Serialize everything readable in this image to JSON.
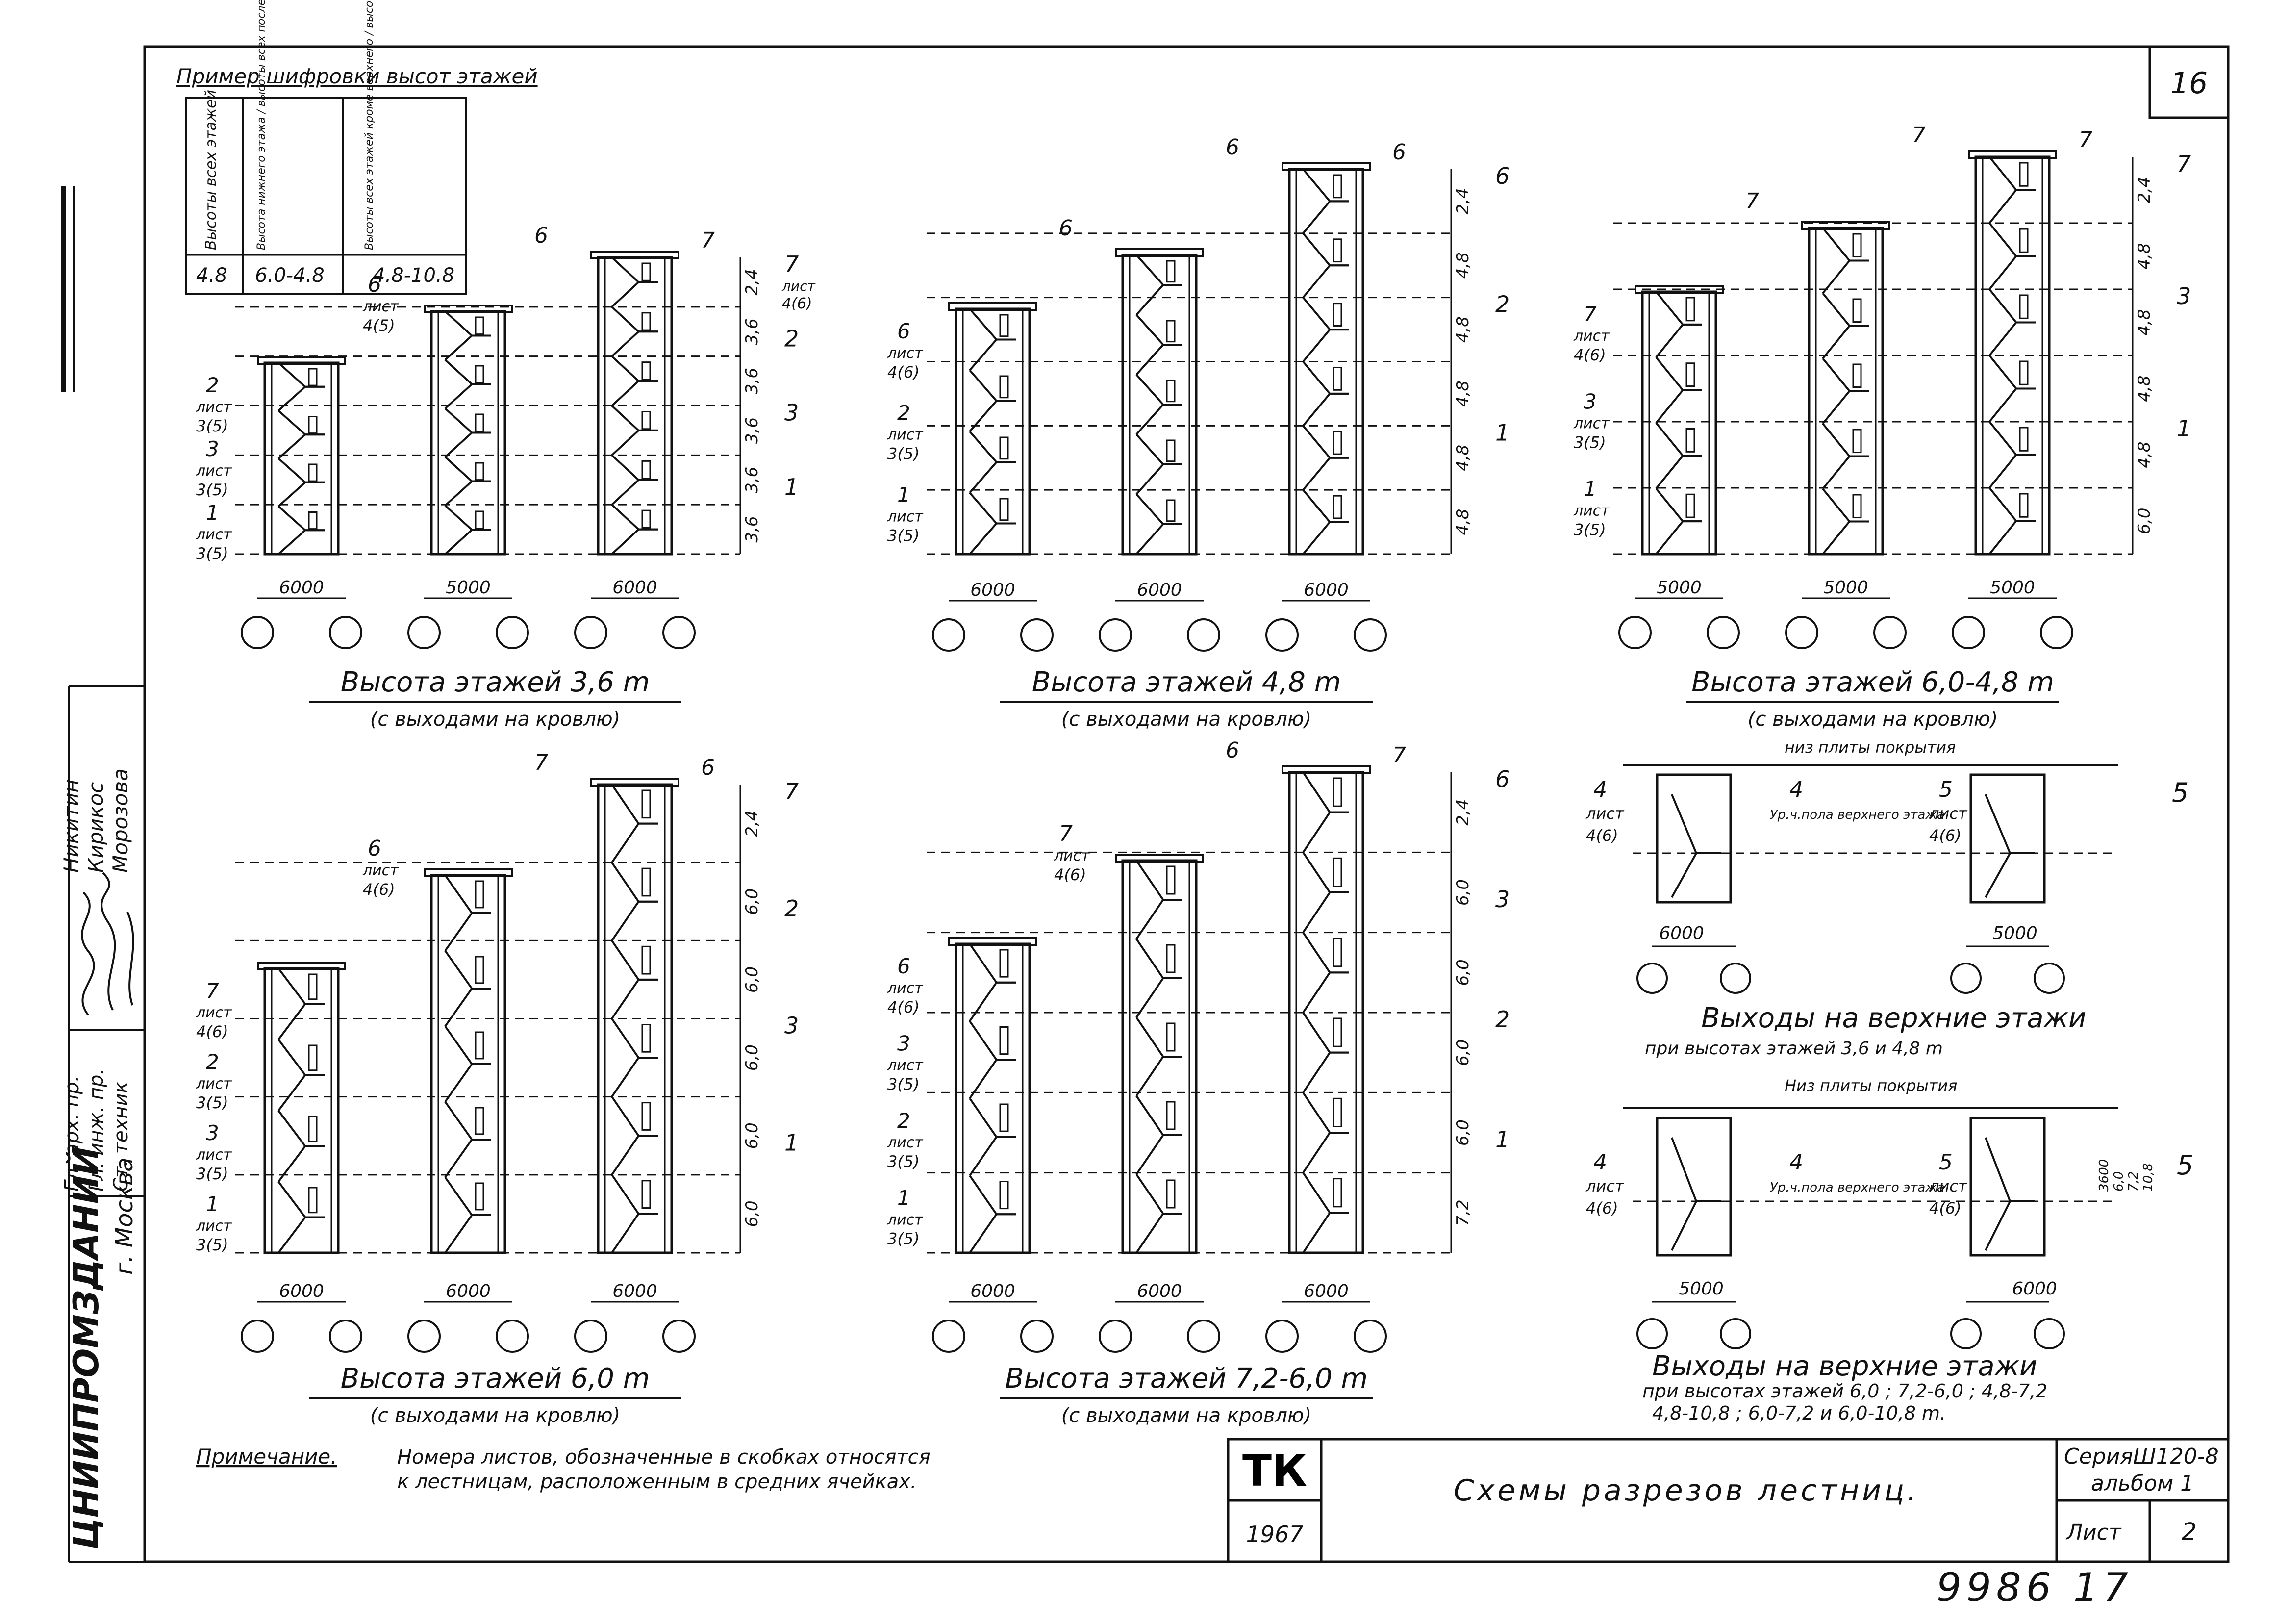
{
  "sheet_number": "16",
  "footer_number": "9986 17",
  "legend": {
    "title": "Пример шифровки высот этажей",
    "columns": [
      {
        "header": "Высоты всех этажей",
        "value": "4.8"
      },
      {
        "header": "Высота нижнего этажа / высоты всех последующих этажей",
        "value": "6.0-4.8"
      },
      {
        "header": "Высоты всех этажей кроме верхнего / высота верхнего этажа",
        "value": "4.8-10.8"
      }
    ]
  },
  "diagrams": [
    {
      "caption": "Высота этажей 3,6 m",
      "subcaption": "(с выходами на кровлю)",
      "spans": [
        "6000",
        "5000",
        "6000"
      ],
      "dims": [
        "2,4",
        "3,6",
        "3,6",
        "3,6",
        "3,6",
        "3,6"
      ],
      "left_labels": [
        {
          "num": "2",
          "sub": "лист",
          "ref": "3(5)"
        },
        {
          "num": "3",
          "sub": "лист",
          "ref": "3(5)"
        },
        {
          "num": "1",
          "sub": "лист",
          "ref": "3(5)"
        }
      ],
      "top_labels": [
        {
          "num": "6",
          "sub": "лист",
          "ref": "4(5)"
        },
        {
          "num": "6",
          "sub": "",
          "ref": ""
        },
        {
          "num": "7",
          "sub": "",
          "ref": ""
        }
      ],
      "right_labels": [
        {
          "num": "7",
          "sub": "лист",
          "ref": "4(6)"
        },
        {
          "num": "2",
          "sub": "",
          "ref": ""
        },
        {
          "num": "3",
          "sub": "",
          "ref": ""
        },
        {
          "num": "1",
          "sub": "",
          "ref": ""
        }
      ]
    },
    {
      "caption": "Высота этажей 4,8 m",
      "subcaption": "(с выходами на кровлю)",
      "spans": [
        "6000",
        "6000",
        "6000"
      ],
      "dims": [
        "2,4",
        "4,8",
        "4,8",
        "4,8",
        "4,8",
        "4,8"
      ],
      "left_labels": [
        {
          "num": "6",
          "sub": "лист",
          "ref": "4(6)"
        },
        {
          "num": "2",
          "sub": "лист",
          "ref": "3(5)"
        },
        {
          "num": "1",
          "sub": "лист",
          "ref": "3(5)"
        }
      ],
      "top_labels": [
        {
          "num": "6",
          "sub": "",
          "ref": ""
        },
        {
          "num": "6",
          "sub": "",
          "ref": ""
        },
        {
          "num": "6",
          "sub": "",
          "ref": ""
        }
      ],
      "right_labels": [
        {
          "num": "6",
          "sub": "",
          "ref": ""
        },
        {
          "num": "2",
          "sub": "",
          "ref": ""
        },
        {
          "num": "1",
          "sub": "",
          "ref": ""
        }
      ]
    },
    {
      "caption": "Высота этажей 6,0-4,8 m",
      "subcaption": "(с выходами на кровлю)",
      "spans": [
        "5000",
        "5000",
        "5000"
      ],
      "dims": [
        "2,4",
        "4,8",
        "4,8",
        "4,8",
        "4,8",
        "6,0"
      ],
      "left_labels": [
        {
          "num": "7",
          "sub": "лист",
          "ref": "4(6)"
        },
        {
          "num": "3",
          "sub": "лист",
          "ref": "3(5)"
        },
        {
          "num": "1",
          "sub": "лист",
          "ref": "3(5)"
        }
      ],
      "top_labels": [
        {
          "num": "7",
          "sub": "",
          "ref": ""
        },
        {
          "num": "7",
          "sub": "",
          "ref": ""
        },
        {
          "num": "7",
          "sub": "",
          "ref": ""
        }
      ],
      "right_labels": [
        {
          "num": "7",
          "sub": "",
          "ref": ""
        },
        {
          "num": "3",
          "sub": "",
          "ref": ""
        },
        {
          "num": "1",
          "sub": "",
          "ref": ""
        }
      ]
    },
    {
      "caption": "Высота этажей 6,0 m",
      "subcaption": "(с выходами на кровлю)",
      "spans": [
        "6000",
        "6000",
        "6000"
      ],
      "dims": [
        "2,4",
        "6,0",
        "6,0",
        "6,0",
        "6,0",
        "6,0"
      ],
      "left_labels": [
        {
          "num": "7",
          "sub": "лист",
          "ref": "4(6)"
        },
        {
          "num": "2",
          "sub": "лист",
          "ref": "3(5)"
        },
        {
          "num": "3",
          "sub": "лист",
          "ref": "3(5)"
        },
        {
          "num": "1",
          "sub": "лист",
          "ref": "3(5)"
        }
      ],
      "top_labels": [
        {
          "num": "6",
          "sub": "лист",
          "ref": "4(6)"
        },
        {
          "num": "7",
          "sub": "",
          "ref": ""
        },
        {
          "num": "6",
          "sub": "",
          "ref": ""
        }
      ],
      "right_labels": [
        {
          "num": "7",
          "sub": "",
          "ref": ""
        },
        {
          "num": "2",
          "sub": "",
          "ref": ""
        },
        {
          "num": "3",
          "sub": "",
          "ref": ""
        },
        {
          "num": "1",
          "sub": "",
          "ref": ""
        }
      ]
    },
    {
      "caption": "Высота этажей 7,2-6,0 m",
      "subcaption": "(с выходами на кровлю)",
      "spans": [
        "6000",
        "6000",
        "6000"
      ],
      "dims": [
        "2,4",
        "6,0",
        "6,0",
        "6,0",
        "6,0",
        "7,2"
      ],
      "left_labels": [
        {
          "num": "6",
          "sub": "лист",
          "ref": "4(6)"
        },
        {
          "num": "3",
          "sub": "лист",
          "ref": "3(5)"
        },
        {
          "num": "2",
          "sub": "лист",
          "ref": "3(5)"
        },
        {
          "num": "1",
          "sub": "лист",
          "ref": "3(5)"
        }
      ],
      "top_labels": [
        {
          "num": "7",
          "sub": "лист",
          "ref": "4(6)"
        },
        {
          "num": "6",
          "sub": "",
          "ref": ""
        },
        {
          "num": "7",
          "sub": "",
          "ref": ""
        }
      ],
      "right_labels": [
        {
          "num": "6",
          "sub": "",
          "ref": ""
        },
        {
          "num": "3",
          "sub": "",
          "ref": ""
        },
        {
          "num": "2",
          "sub": "",
          "ref": ""
        },
        {
          "num": "1",
          "sub": "",
          "ref": ""
        }
      ]
    }
  ],
  "exits_a": {
    "caption": "Выходы на верхние этажи",
    "subcaption": "при высотах этажей 3,6 и 4,8 m",
    "note_top": "низ плиты покрытия",
    "note_mid": "Ур.ч.пола верхнего этажа",
    "left": {
      "num": "4",
      "sub": "лист",
      "ref": "4(6)"
    },
    "mid": {
      "num": "4"
    },
    "right": {
      "num": "5",
      "sub": "лист",
      "ref": "4(6)"
    },
    "side": "5",
    "spans": [
      "6000",
      "5000"
    ]
  },
  "exits_b": {
    "caption": "Выходы на верхние этажи",
    "subcaption1": "при высотах этажей 6,0 ; 7,2-6,0 ; 4,8-7,2",
    "subcaption2": "4,8-10,8 ; 6,0-7,2 и 6,0-10,8 m.",
    "note_top": "Низ плиты покрытия",
    "note_mid": "Ур.ч.пола верхнего этажа",
    "left": {
      "num": "4",
      "sub": "лист",
      "ref": "4(6)"
    },
    "mid": {
      "num": "4"
    },
    "right": {
      "num": "5",
      "sub": "лист",
      "ref": "4(6)"
    },
    "side": "5",
    "dims": [
      "3600",
      "6,0",
      "7,2",
      "10,8"
    ],
    "spans": [
      "5000",
      "6000"
    ]
  },
  "note": {
    "label": "Примечание.",
    "line1": "Номера листов, обозначенные в скобках относятся",
    "line2": "к лестницам, расположенным в средних ячейках."
  },
  "title_block": {
    "logo": "ТК",
    "year": "1967",
    "title": "Схемы разрезов лестниц.",
    "series_line1": "СерияШ120-8",
    "series_line2": "альбом 1",
    "sheet_label": "Лист",
    "sheet_value": "2"
  },
  "side_stamp": {
    "org": "ЦНИИПРОМЗДАНИЙ",
    "city": "г. Москва",
    "roles": [
      "Гл. арх. пр.",
      "Гл. инж. пр.",
      "Ст. техник"
    ],
    "names": [
      "Никитин",
      "Кирикос",
      "Морозова"
    ]
  }
}
